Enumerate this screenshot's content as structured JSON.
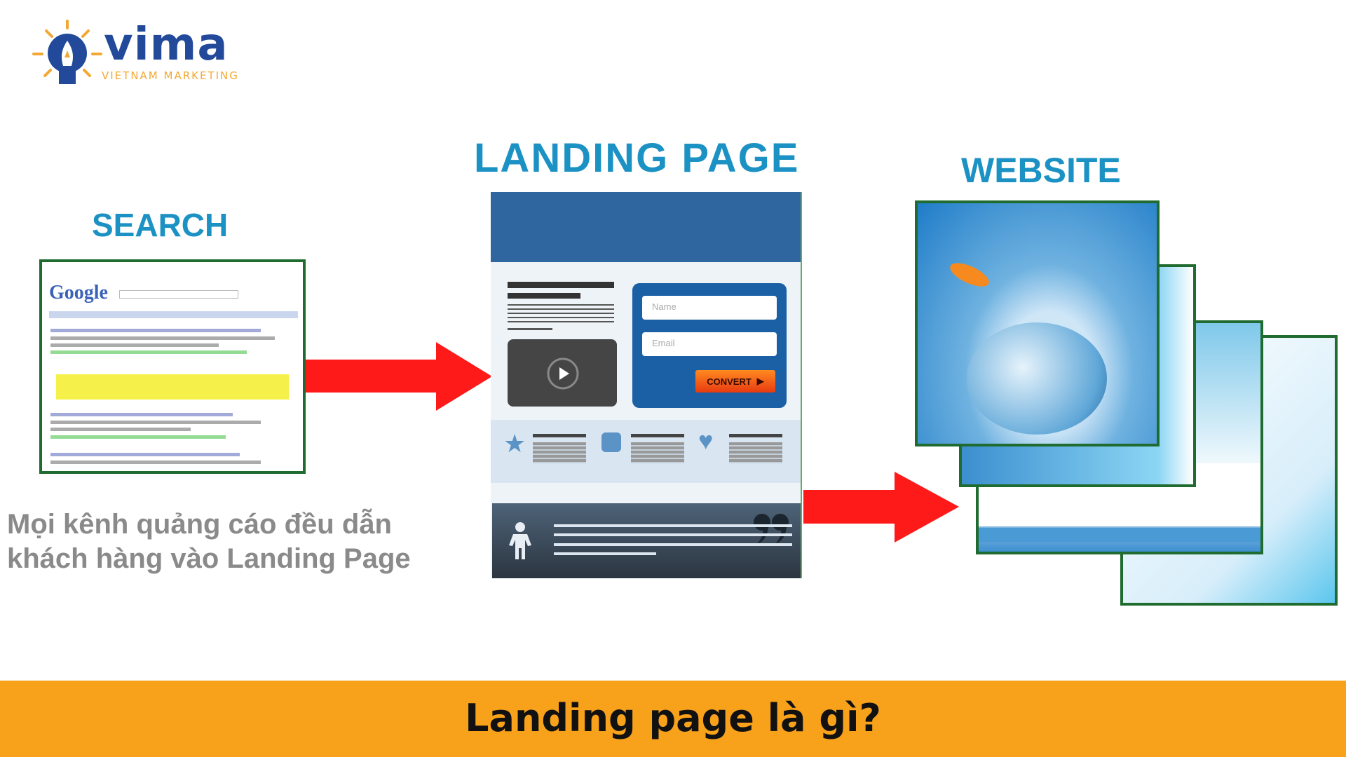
{
  "logo": {
    "name": "vima",
    "tagline": "VIETNAM MARKETING"
  },
  "search": {
    "heading": "SEARCH",
    "google_logo": "Google"
  },
  "landing": {
    "heading": "LANDING PAGE",
    "name_placeholder": "Name",
    "email_placeholder": "Email",
    "convert_label": "CONVERT"
  },
  "website": {
    "heading": "WEBSITE"
  },
  "caption": {
    "line1": "Mọi kênh quảng cáo đều dẫn",
    "line2": "khách hàng vào Landing Page"
  },
  "footer": {
    "title": "Landing page là gì?"
  },
  "colors": {
    "accent": "#f8a11b",
    "arrow": "#ff1a1a",
    "heading": "#1c92c4",
    "landing_blue": "#2f66a0"
  }
}
